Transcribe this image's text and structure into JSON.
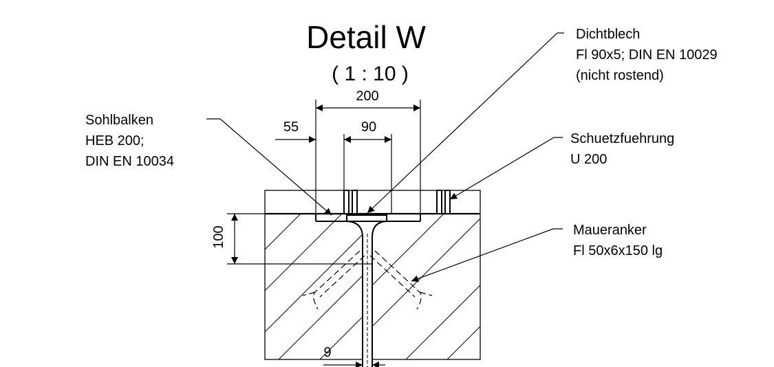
{
  "title": "Detail W",
  "scale": "( 1 : 10 )",
  "labels": {
    "sohlbalken": [
      "Sohlbalken",
      "HEB 200;",
      "DIN EN 10034"
    ],
    "dichtblech": [
      "Dichtblech",
      "Fl 90x5; DIN EN 10029",
      "(nicht rostend)"
    ],
    "schuetzfuehrung": [
      "Schuetzfuehrung",
      "U 200"
    ],
    "maueranker": [
      "Maueranker",
      "Fl 50x6x150 lg"
    ]
  },
  "dimensions": {
    "overall_width": "200",
    "left_offset": "55",
    "plate_width": "90",
    "embedment_depth": "100",
    "web_thickness": "9"
  },
  "colors": {
    "line": "#000000",
    "background": "#ffffff"
  }
}
